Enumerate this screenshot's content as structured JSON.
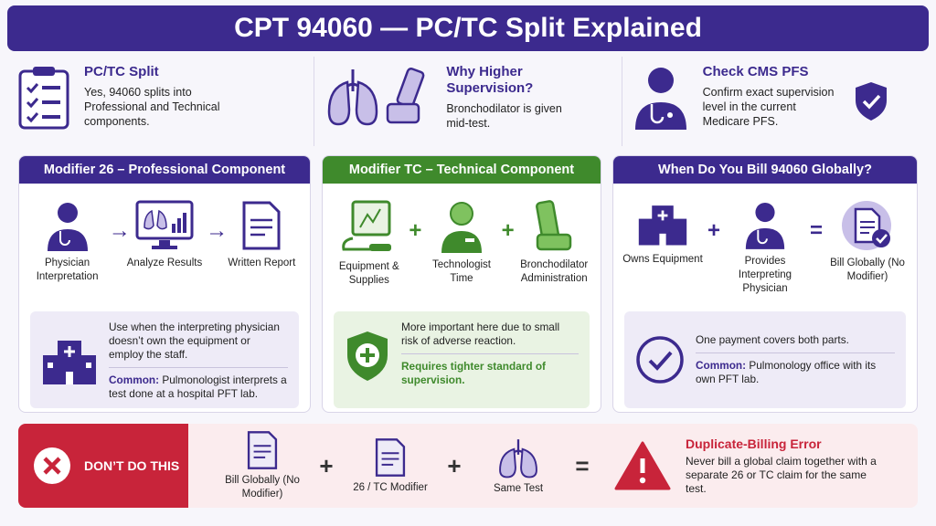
{
  "title": "CPT 94060 — PC/TC Split Explained",
  "top": [
    {
      "heading": "PC/TC Split",
      "text": "Yes, 94060 splits into Professional and Technical components.",
      "icon": "clipboard-checklist-icon"
    },
    {
      "heading": "Why Higher Supervision?",
      "text": "Bronchodilator is given mid-test.",
      "icon": "lungs-inhaler-icon"
    },
    {
      "heading": "Check CMS PFS",
      "text": "Confirm exact supervision level in the current Medicare PFS.",
      "icon": "physician-shield-icon"
    }
  ],
  "panels": {
    "mod26": {
      "heading": "Modifier 26 – Professional Component",
      "steps": [
        "Physician Interpretation",
        "Analyze Results",
        "Written Report"
      ],
      "note": "Use when the interpreting physician doesn’t own the equipment or employ the staff.",
      "common_label": "Common:",
      "common_text": " Pulmonologist interprets a test done at a hospital PFT lab."
    },
    "modtc": {
      "heading": "Modifier TC – Technical Component",
      "steps": [
        "Equipment & Supplies",
        "Technologist Time",
        "Bronchodilator Administration"
      ],
      "note": "More important here due to small risk of adverse reaction.",
      "emphasis": "Requires tighter standard of supervision."
    },
    "global": {
      "heading": "When Do You Bill 94060 Globally?",
      "steps": [
        "Owns Equipment",
        "Provides Interpreting Physician",
        "Bill Globally (No Modifier)"
      ],
      "note": "One payment covers both parts.",
      "common_label": "Common:",
      "common_text": " Pulmonology office with its own PFT lab."
    }
  },
  "bottom": {
    "dont": "DON’T DO THIS",
    "items": [
      "Bill Globally (No Modifier)",
      "26 / TC Modifier",
      "Same Test"
    ],
    "error_title": "Duplicate-Billing Error",
    "error_text": "Never bill a global claim together with a separate 26 or TC claim for the same test."
  },
  "colors": {
    "purple": "#3c2a8e",
    "green": "#3f8a2c",
    "red": "#c8243a"
  }
}
